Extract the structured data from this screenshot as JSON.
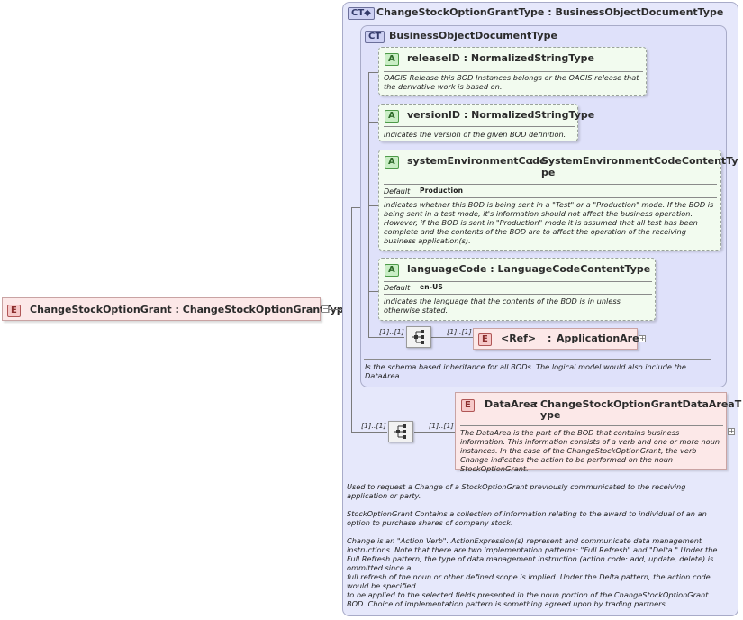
{
  "root_element": {
    "badge": "E",
    "name": "ChangeStockOptionGrant",
    "type": "ChangeStockOptionGrantType"
  },
  "complex_type": {
    "badge": "CT",
    "name": "ChangeStockOptionGrantType",
    "base": "BusinessObjectDocumentType",
    "documentation": [
      "Used to request a Change of a StockOptionGrant previously communicated to the receiving application or party.",
      "StockOptionGrant  Contains a collection of information relating to the award to individual of an an option to purchase shares of company stock.",
      "Change is an \"Action Verb\". ActionExpression(s) represent and communicate data management instructions.  Note that there are two implementation patterns: \"Full Refresh\" and \"Delta.\" Under the Full Refresh pattern, the type of data management instruction (action code: add, update, delete) is ommitted since a",
      "full refresh of the noun or other defined scope is implied. Under the  Delta pattern, the action code would be specified",
      "to be applied to the selected fields presented in the noun portion of the ChangeStockOptionGrant BOD. Choice of implementation pattern is something agreed upon by trading partners."
    ]
  },
  "base_type": {
    "badge": "CT",
    "name": "BusinessObjectDocumentType",
    "documentation": "Is the schema based inheritance for all BODs. The logical model would also include the DataArea."
  },
  "attributes": [
    {
      "badge": "A",
      "name": "releaseID",
      "type": "NormalizedStringType",
      "documentation": "OAGIS Release this BOD Instances belongs or the OAGIS release that the derivative work is based on."
    },
    {
      "badge": "A",
      "name": "versionID",
      "type": "NormalizedStringType",
      "documentation": "Indicates the version of the given BOD definition."
    },
    {
      "badge": "A",
      "name": "systemEnvironmentCode",
      "type_line1": "SystemEnvironmentCodeContentTy",
      "type_line2": "pe",
      "default_label": "Default",
      "default_value": "Production",
      "documentation": "Indicates whether this BOD is being sent in a \"Test\" or a \"Production\" mode. If the BOD is being sent in a test mode, it's information should not affect the business operation. However, if the BOD is sent in \"Production\" mode it is assumed that all test has been complete and the contents of the BOD are to affect the operation of the receiving business application(s)."
    },
    {
      "badge": "A",
      "name": "languageCode",
      "type": "LanguageCodeContentType",
      "default_label": "Default",
      "default_value": "en-US",
      "documentation": "Indicates the language that the contents of the BOD is in unless otherwise stated."
    }
  ],
  "application_area": {
    "badge": "E",
    "name": "<Ref>",
    "type": "ApplicationArea",
    "card_in": "[1]..[1]",
    "card_out": "[1]..[1]"
  },
  "data_area": {
    "badge": "E",
    "name": "DataArea",
    "type_line1": "ChangeStockOptionGrantDataAreaT",
    "type_line2": "ype",
    "card_in": "[1]..[1]",
    "card_out": "[1]..[1]",
    "documentation": "The DataArea is the part of the BOD that contains business information. This information consists of a verb and one or more noun instances. In the case of the ChangeStockOptionGrant, the verb Change indicates the action to be performed on the noun StockOptionGrant."
  },
  "colors": {
    "complex_type_bg": "#e6e8fb",
    "attribute_bg": "#f2fbef",
    "element_bg": "#fce8e8"
  }
}
